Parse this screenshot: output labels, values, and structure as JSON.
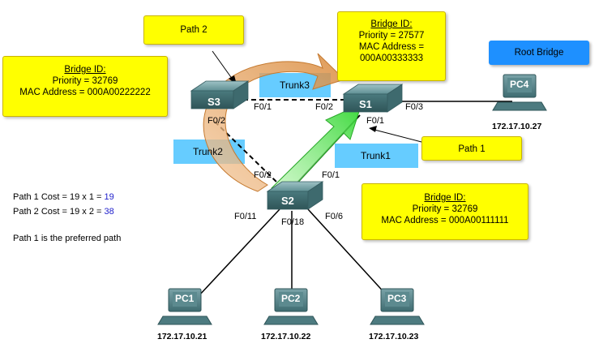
{
  "callouts": {
    "path2": "Path 2",
    "path1": "Path 1",
    "root_bridge": "Root Bridge"
  },
  "bridge_s3": {
    "title": "Bridge ID:",
    "priority": "Priority = 32769",
    "mac": "MAC Address = 000A00222222"
  },
  "bridge_s1": {
    "title": "Bridge ID:",
    "priority": "Priority = 27577",
    "mac_line1": "MAC Address =",
    "mac_line2": "000A00333333"
  },
  "bridge_s2": {
    "title": "Bridge ID:",
    "priority": "Priority = 32769",
    "mac": "MAC Address = 000A00111111"
  },
  "trunks": {
    "trunk1": "Trunk1",
    "trunk2": "Trunk2",
    "trunk3": "Trunk3"
  },
  "switches": {
    "s1": "S1",
    "s2": "S2",
    "s3": "S3"
  },
  "ports": {
    "s3_f01": "F0/1",
    "s3_f02": "F0/2",
    "s1_f02": "F0/2",
    "s1_f01": "F0/1",
    "s1_f03": "F0/3",
    "s2_f02": "F0/2",
    "s2_f01": "F0/1",
    "s2_f011": "F0/11",
    "s2_f018": "F0/18",
    "s2_f06": "F0/6"
  },
  "pcs": {
    "pc1": {
      "name": "PC1",
      "ip": "172.17.10.21"
    },
    "pc2": {
      "name": "PC2",
      "ip": "172.17.10.22"
    },
    "pc3": {
      "name": "PC3",
      "ip": "172.17.10.23"
    },
    "pc4": {
      "name": "PC4",
      "ip": "172.17.10.27"
    }
  },
  "costs": {
    "path1_prefix": "Path 1 Cost = 19 x 1 = ",
    "path1_value": "19",
    "path2_prefix": "Path 2 Cost = 19 x 2 = ",
    "path2_value": "38",
    "preferred": "Path 1 is the preferred path"
  },
  "colors": {
    "callout": "#ffff00",
    "trunk": "#66ccff",
    "root": "#1e90ff",
    "path1_arrow": "#44dd44",
    "path2_arrow": "#e8a050",
    "link_value": "#2222cc"
  }
}
